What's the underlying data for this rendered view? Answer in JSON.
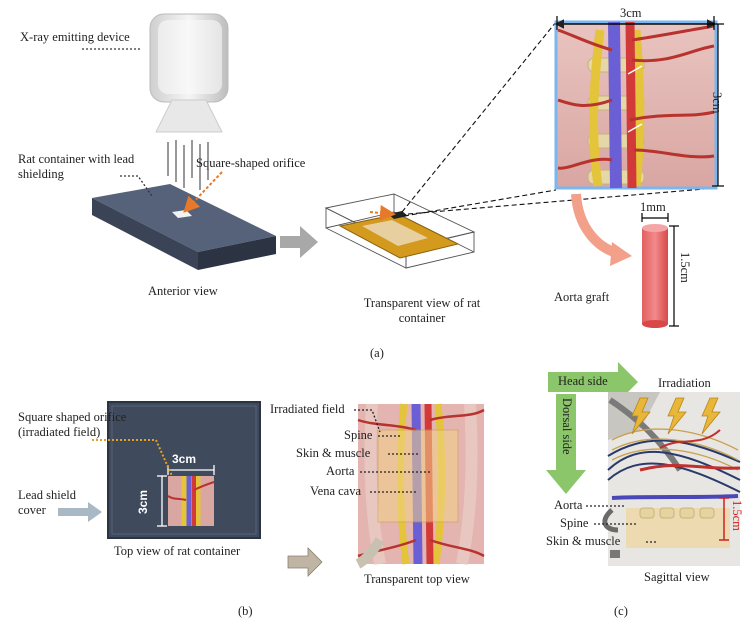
{
  "panel_a": {
    "xray_label": "X-ray emitting device",
    "container_label": "Rat container with lead shielding",
    "orifice_label": "Square-shaped orifice",
    "anterior_caption": "Anterior view",
    "transparent_caption": "Transparent view of rat container",
    "width_dim": "3cm",
    "height_dim": "3cm",
    "graft_diam": "1mm",
    "graft_len": "1.5cm",
    "graft_label": "Aorta graft",
    "panel_letter": "(a)"
  },
  "panel_b": {
    "orifice_label": "Square shaped orifice (irradiated field)",
    "shield_label": "Lead shield cover",
    "width_dim": "3cm",
    "height_dim": "3cm",
    "top_caption": "Top view of rat container",
    "field_label": "Irradiated field",
    "spine_label": "Spine",
    "skin_label": "Skin & muscle",
    "aorta_label": "Aorta",
    "vena_label": "Vena cava",
    "transparent_caption": "Transparent top view",
    "panel_letter": "(b)"
  },
  "panel_c": {
    "head_label": "Head side",
    "dorsal_label": "Dorsal side",
    "irradiation_label": "Irradiation",
    "aorta_label": "Aorta",
    "spine_label": "Spine",
    "skin_label": "Skin & muscle",
    "depth_dim": "1.5cm",
    "sagittal_caption": "Sagittal view",
    "panel_letter": "(c)"
  },
  "colors": {
    "box": "#3f4a5c",
    "aorta": "#d23a3a",
    "vena": "#5a55c8",
    "spine": "#e8c862",
    "field": "#e0b04a",
    "arrow_grey": "#a8a8a8",
    "arrow_green": "#8cc66a",
    "dotted_orange": "#e67a2a"
  }
}
